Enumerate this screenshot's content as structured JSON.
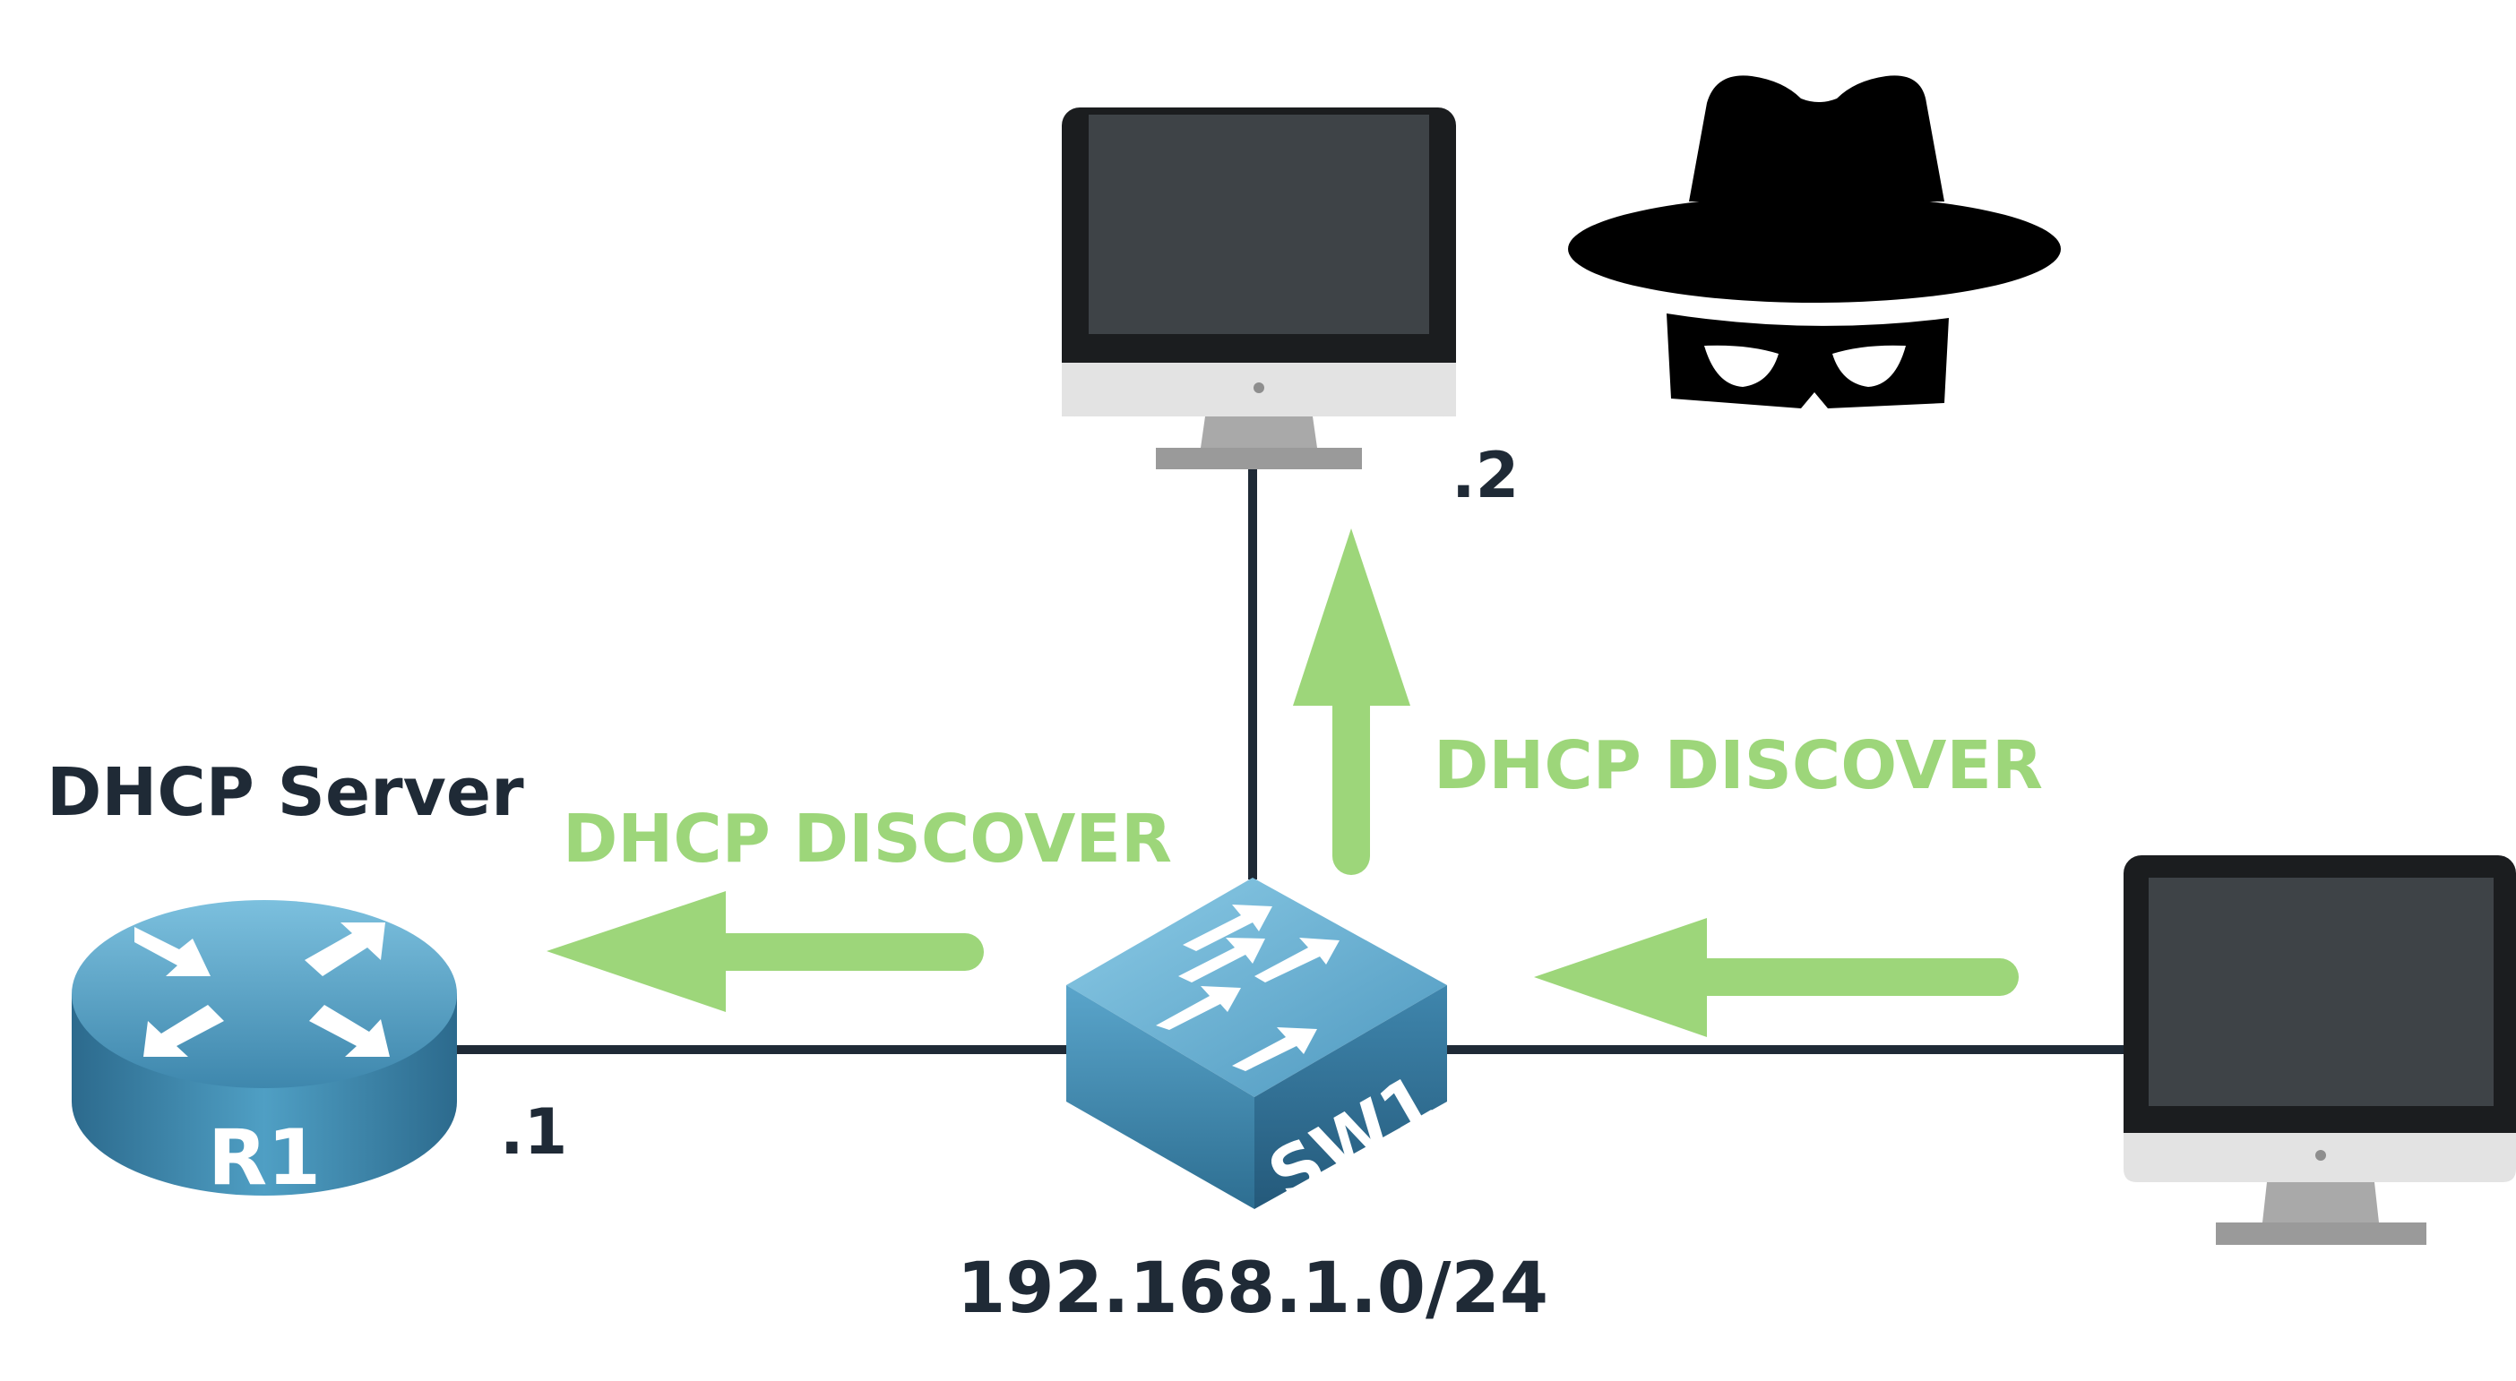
{
  "diagram": {
    "title": "DHCP Discover broadcast flooded to attacker",
    "network": "192.168.1.0/24",
    "router": {
      "name": "R1",
      "role": "DHCP Server",
      "ip": ".1"
    },
    "switch": {
      "name": "SW1"
    },
    "attacker_host": {
      "ip": ".2",
      "icon": "spy-icon"
    },
    "client_host": {
      "icon": "computer-icon"
    },
    "messages": {
      "to_router": "DHCP DISCOVER",
      "to_attacker": "DHCP DISCOVER"
    },
    "colors": {
      "message": "#9dd67a",
      "link": "#1f2a36",
      "device_blue": "#4f93b5",
      "spy": "#000000"
    }
  }
}
